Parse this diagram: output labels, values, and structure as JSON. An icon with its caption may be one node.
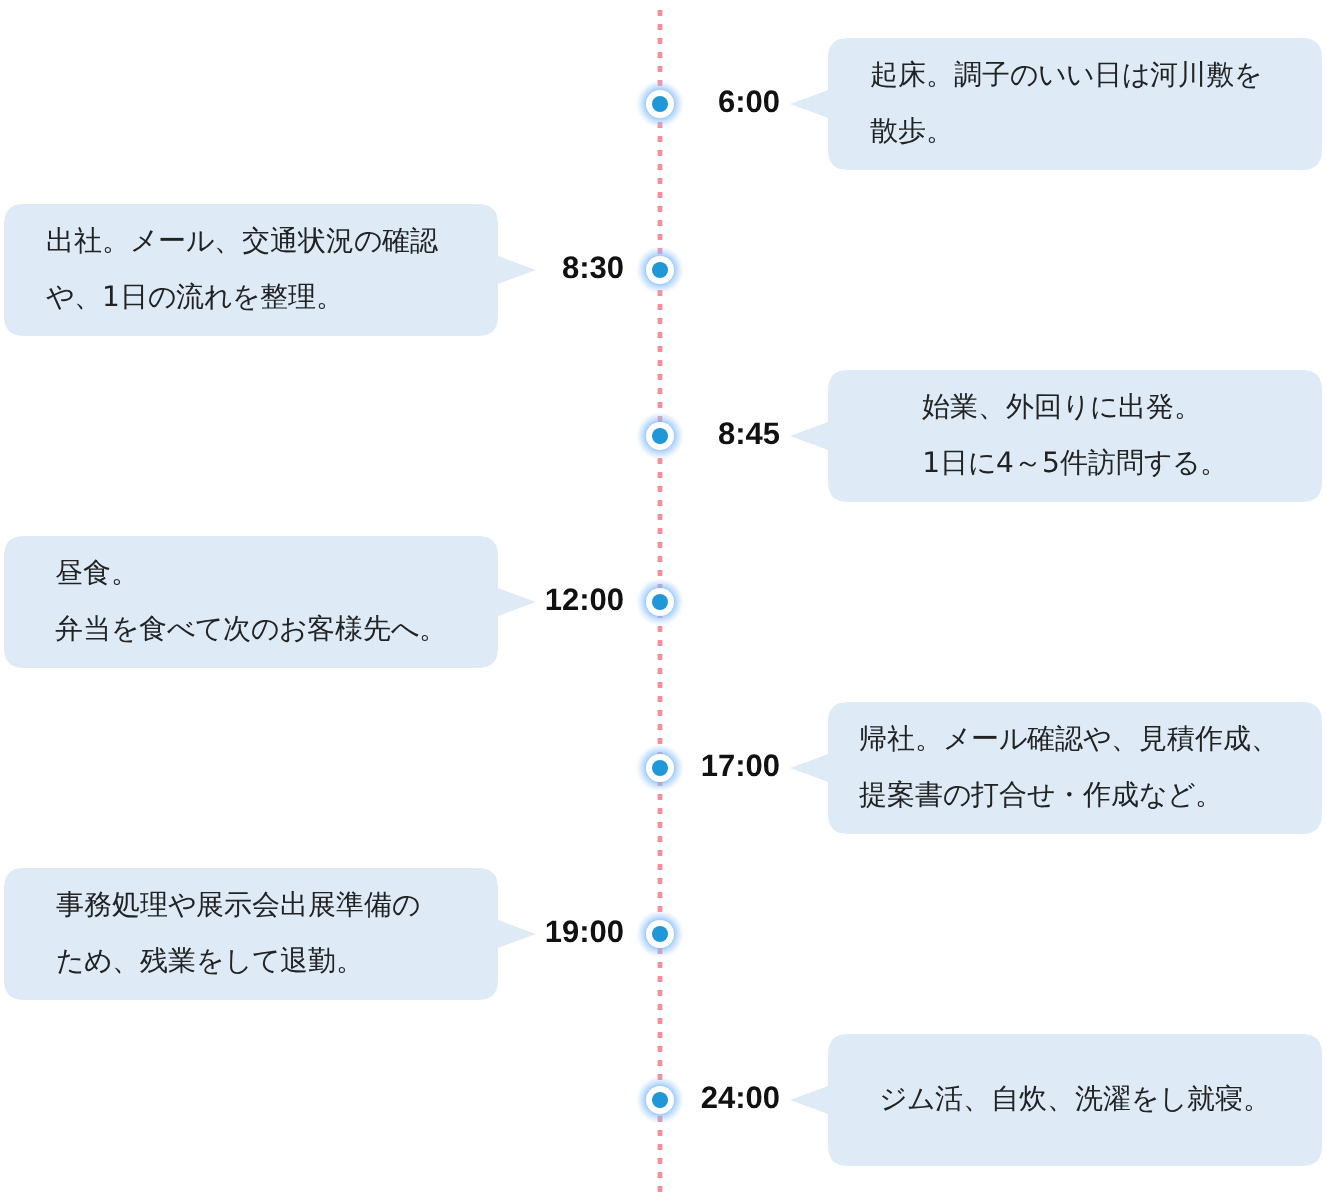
{
  "diagram": {
    "nodes": [
      {
        "text": [
          "起床。調子のいい日は河川敷を散歩。"
        ],
        "beside": [
          "6:00"
        ]
      },
      {
        "text": [
          "出社。メール、交通状況の確認や、1日の流れを整理。"
        ],
        "beside": [
          "8:30"
        ]
      },
      {
        "text": [
          "始業、外回りに出発。",
          "1日に4～5件訪問する。"
        ],
        "beside": [
          "8:45"
        ]
      },
      {
        "text": [
          "昼食。",
          "弁当を食べて次のお客様先へ。"
        ],
        "beside": [
          "12:00"
        ]
      },
      {
        "text": [
          "帰社。メール確認や、見積作成、提案書の打合せ・作成など。"
        ],
        "beside": [
          "17:00"
        ]
      },
      {
        "text": [
          "事務処理や展示会出展準備のため、残業をして退勤。"
        ],
        "beside": [
          "19:00"
        ]
      },
      {
        "text": [
          "ジム活、自炊、洗濯をし就寝。"
        ],
        "beside": [
          "24:00"
        ]
      }
    ]
  }
}
